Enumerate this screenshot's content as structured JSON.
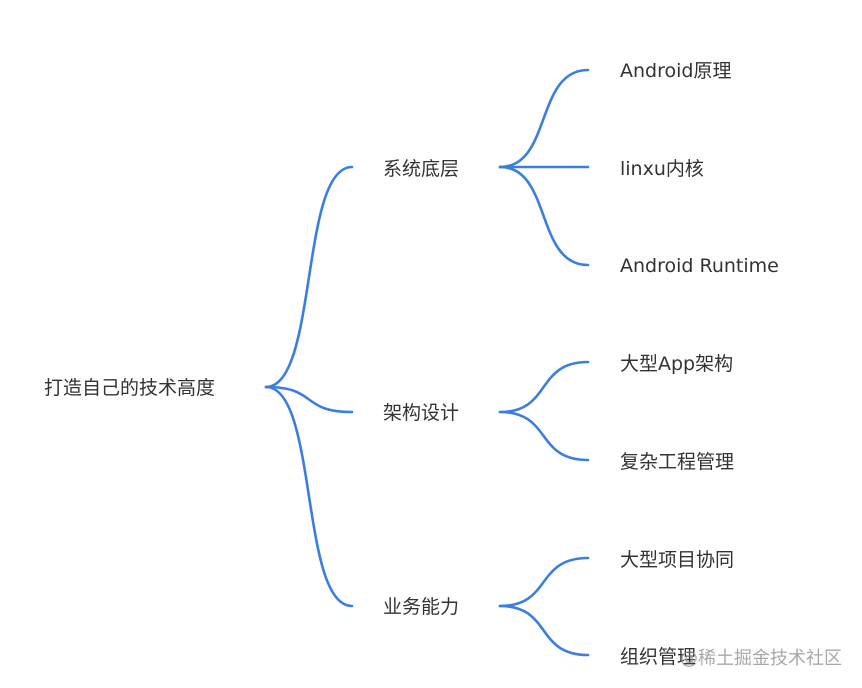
{
  "root": {
    "label": "打造自己的技术高度"
  },
  "branches": [
    {
      "label": "系统底层",
      "children": [
        "Android原理",
        "linxu内核",
        "Android Runtime"
      ]
    },
    {
      "label": "架构设计",
      "children": [
        "大型App架构",
        "复杂工程管理"
      ]
    },
    {
      "label": "业务能力",
      "children": [
        "大型项目协同",
        "组织管理"
      ]
    }
  ],
  "watermark": "@稀土掘金技术社区",
  "colors": {
    "edge": "#3b7ee0",
    "text": "#333333",
    "background": "#ffffff"
  }
}
